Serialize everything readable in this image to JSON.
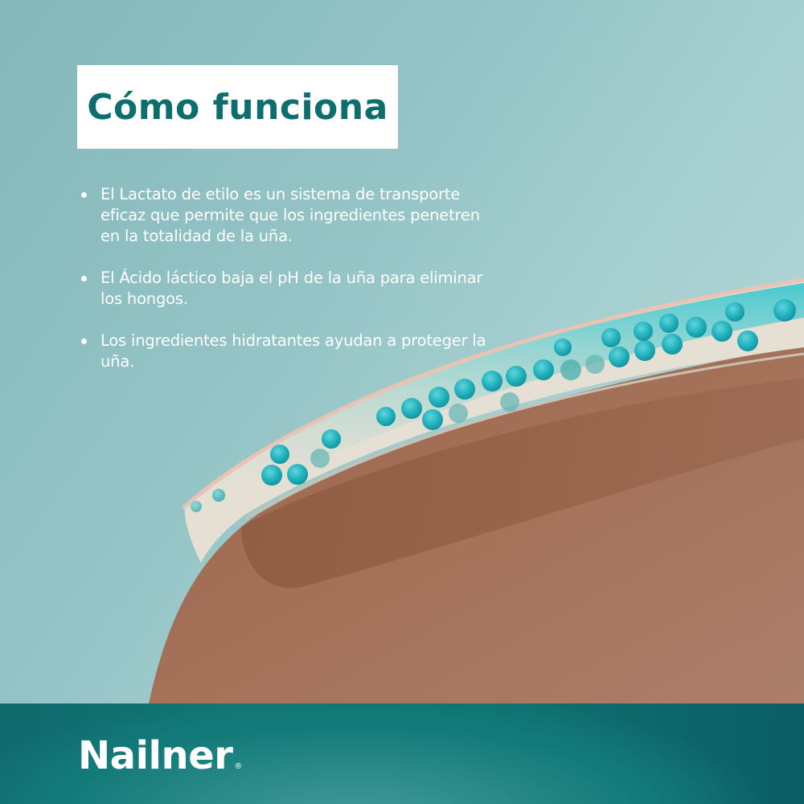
{
  "title": "Cómo funciona",
  "bullets": [
    "El Lactato de etilo es un sistema de transporte eficaz que permite que los ingredientes penetren en la totalidad de la uña.",
    "El Ácido láctico baja el pH de la uña para eliminar los hongos.",
    "Los ingredientes hidratantes ayudan a proteger la uña."
  ],
  "footer": {
    "brand": "Nailner",
    "registered_mark": "®"
  },
  "illustration": {
    "subject": "nail cross-section with penetrating ingredient particles",
    "colors": {
      "background": "#93c3c5",
      "nail_plate": "#e6e0d4",
      "nail_edge": "#e9c4b4",
      "particle": "#1fb5bf",
      "skin": "#a36e56",
      "skin_shadow": "#8f5a40",
      "footer": "#117474",
      "title_text": "#0d6e6e"
    }
  }
}
